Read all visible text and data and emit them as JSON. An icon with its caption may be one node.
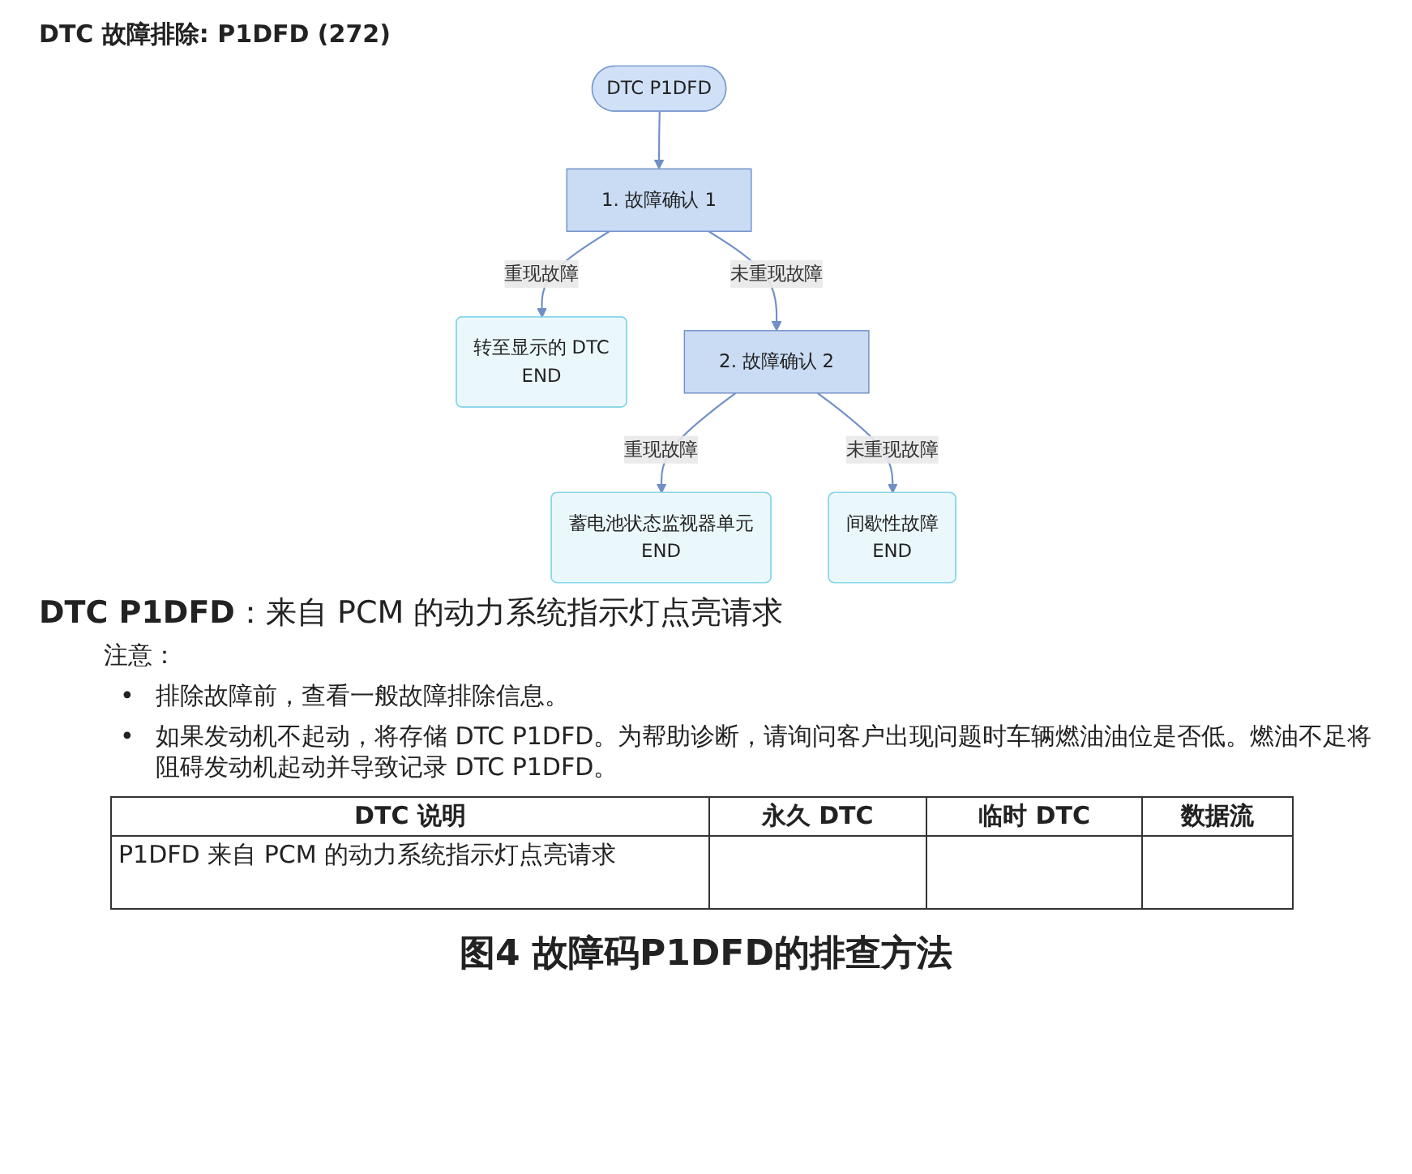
{
  "diagram": {
    "title": "DTC 故障排除: P1DFD (272)",
    "caption": "图4 故障码P1DFD的排查方法",
    "nodes": [
      {
        "text": [
          "DTC P1DFD"
        ]
      },
      {
        "text": [
          "1. 故障确认 1"
        ]
      },
      {
        "text": [
          "转至显示的 DTC",
          "END"
        ]
      },
      {
        "text": [
          "2. 故障确认 2"
        ]
      },
      {
        "text": [
          "蓄电池状态监视器单元",
          "END"
        ]
      },
      {
        "text": [
          "间歇性故障",
          "END"
        ]
      }
    ],
    "edges": [
      {
        "from": 0,
        "to": 1,
        "arrow": "to"
      },
      {
        "from": 1,
        "to": 2,
        "arrow": "to",
        "label": "重现故障"
      },
      {
        "from": 1,
        "to": 3,
        "arrow": "to",
        "label": "未重现故障"
      },
      {
        "from": 3,
        "to": 4,
        "arrow": "to",
        "label": "重现故障"
      },
      {
        "from": 3,
        "to": 5,
        "arrow": "to",
        "label": "未重现故障"
      }
    ],
    "labels": [
      "DTC P1DFD",
      "：来自 PCM 的动力系统指示灯点亮请求",
      "注意：",
      "•",
      "排除故障前，查看一般故障排除信息。",
      "•",
      "如果发动机不起动，将存储 DTC P1DFD。为帮助诊断，请询问客户出现问题时车辆燃油油位是否低。燃油不足将阻碍发动机起动并导致记录 DTC P1DFD。",
      "DTC 说明",
      "永久 DTC",
      "临时 DTC",
      "数据流",
      "P1DFD 来自 PCM 的动力系统指示灯点亮请求"
    ]
  }
}
